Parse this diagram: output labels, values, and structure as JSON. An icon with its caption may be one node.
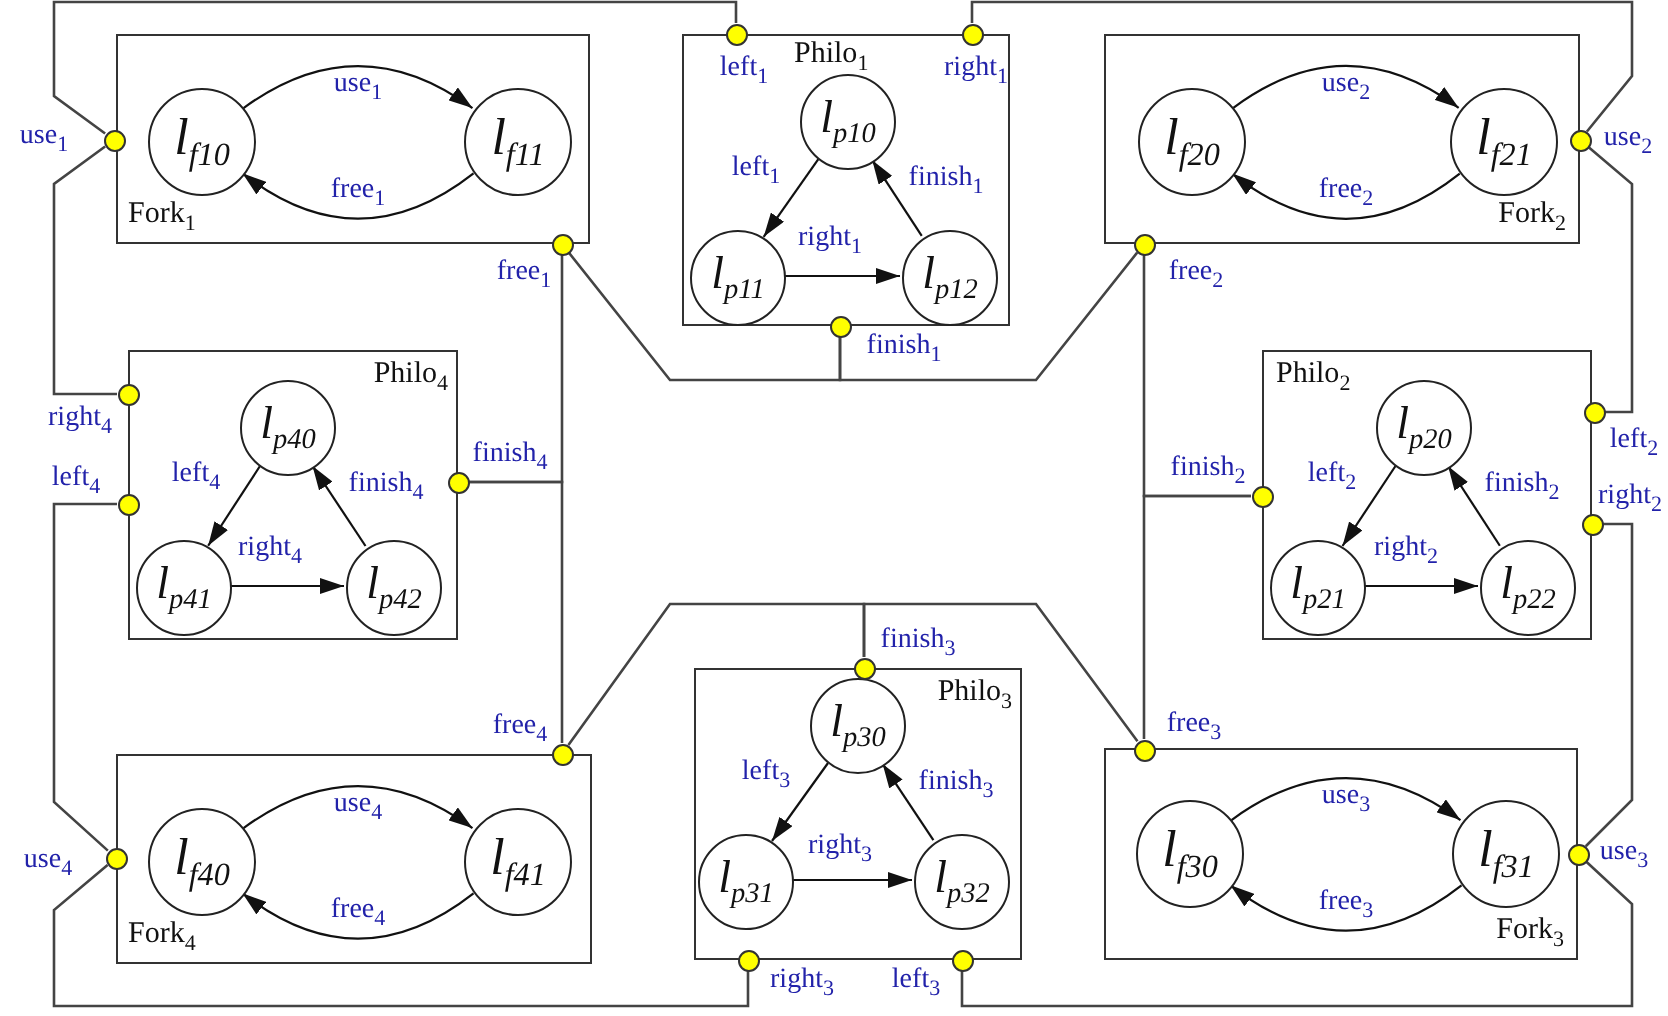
{
  "diagram": {
    "nodes": [
      {
        "text": [
          "Fork$_{1}$"
        ]
      },
      {
        "text": [
          "l$_{f10}$"
        ],
        "in": 0
      },
      {
        "text": [
          "l$_{f11}$"
        ],
        "in": 0
      },
      {
        "text": [],
        "shape": "circle",
        "beside": [
          "use$_{1}$"
        ]
      },
      {
        "text": [],
        "shape": "circle",
        "beside": [
          "free$_{1}$"
        ]
      },
      {
        "text": [
          "Philo$_{1}$"
        ]
      },
      {
        "text": [
          "l$_{p10}$"
        ],
        "in": 5
      },
      {
        "text": [
          "l$_{p11}$"
        ],
        "in": 5
      },
      {
        "text": [
          "l$_{p12}$"
        ],
        "in": 5
      },
      {
        "text": [],
        "shape": "circle",
        "beside": [
          "left$_{1}$"
        ]
      },
      {
        "text": [],
        "shape": "circle",
        "beside": [
          "right$_{1}$"
        ]
      },
      {
        "text": [],
        "shape": "circle",
        "beside": [
          "finish$_{1}$"
        ]
      },
      {
        "text": [
          "Fork$_{2}$"
        ]
      },
      {
        "text": [
          "l$_{f20}$"
        ],
        "in": 12
      },
      {
        "text": [
          "l$_{f21}$"
        ],
        "in": 12
      },
      {
        "text": [],
        "shape": "circle",
        "beside": [
          "use$_{2}$"
        ]
      },
      {
        "text": [],
        "shape": "circle",
        "beside": [
          "free$_{2}$"
        ]
      },
      {
        "text": [
          "Philo$_{4}$"
        ]
      },
      {
        "text": [
          "l$_{p40}$"
        ],
        "in": 17
      },
      {
        "text": [
          "l$_{p41}$"
        ],
        "in": 17
      },
      {
        "text": [
          "l$_{p42}$"
        ],
        "in": 17
      },
      {
        "text": [],
        "shape": "circle",
        "beside": [
          "right$_{4}$"
        ]
      },
      {
        "text": [],
        "shape": "circle",
        "beside": [
          "left$_{4}$"
        ]
      },
      {
        "text": [],
        "shape": "circle",
        "beside": [
          "finish$_{4}$"
        ]
      },
      {
        "text": [
          "Philo$_{2}$"
        ]
      },
      {
        "text": [
          "l$_{p20}$"
        ],
        "in": 24
      },
      {
        "text": [
          "l$_{p21}$"
        ],
        "in": 24
      },
      {
        "text": [
          "l$_{p22}$"
        ],
        "in": 24
      },
      {
        "text": [],
        "shape": "circle",
        "beside": [
          "left$_{2}$"
        ]
      },
      {
        "text": [],
        "shape": "circle",
        "beside": [
          "right$_{2}$"
        ]
      },
      {
        "text": [],
        "shape": "circle",
        "beside": [
          "finish$_{2}$"
        ]
      },
      {
        "text": [
          "Philo$_{3}$"
        ]
      },
      {
        "text": [
          "l$_{p30}$"
        ],
        "in": 31
      },
      {
        "text": [
          "l$_{p31}$"
        ],
        "in": 31
      },
      {
        "text": [
          "l$_{p32}$"
        ],
        "in": 31
      },
      {
        "text": [],
        "shape": "circle",
        "beside": [
          "finish$_{3}$"
        ]
      },
      {
        "text": [],
        "shape": "circle",
        "beside": [
          "left$_{3}$"
        ]
      },
      {
        "text": [],
        "shape": "circle",
        "beside": [
          "right$_{3}$"
        ]
      },
      {
        "text": [
          "Fork$_{4}$"
        ]
      },
      {
        "text": [
          "l$_{f40}$"
        ],
        "in": 38
      },
      {
        "text": [
          "l$_{f41}$"
        ],
        "in": 38
      },
      {
        "text": [],
        "shape": "circle",
        "beside": [
          "use$_{4}$"
        ]
      },
      {
        "text": [],
        "shape": "circle",
        "beside": [
          "free$_{4}$"
        ]
      },
      {
        "text": [
          "Fork$_{3}$"
        ]
      },
      {
        "text": [
          "l$_{f30}$"
        ],
        "in": 43
      },
      {
        "text": [
          "l$_{f31}$"
        ],
        "in": 43
      },
      {
        "text": [],
        "shape": "circle",
        "beside": [
          "free$_{3}$"
        ]
      },
      {
        "text": [],
        "shape": "circle",
        "beside": [
          "use$_{3}$"
        ]
      }
    ],
    "edges": [
      {
        "from": 1,
        "to": 2,
        "arrow": "to",
        "label": "use$_{1}$"
      },
      {
        "from": 2,
        "to": 1,
        "arrow": "to",
        "label": "free$_{1}$"
      },
      {
        "from": 6,
        "to": 7,
        "arrow": "to",
        "label": "left$_{1}$"
      },
      {
        "from": 7,
        "to": 8,
        "arrow": "to",
        "label": "right$_{1}$"
      },
      {
        "from": 8,
        "to": 6,
        "arrow": "to",
        "label": "finish$_{1}$"
      },
      {
        "from": 13,
        "to": 14,
        "arrow": "to",
        "label": "use$_{2}$"
      },
      {
        "from": 14,
        "to": 13,
        "arrow": "to",
        "label": "free$_{2}$"
      },
      {
        "from": 18,
        "to": 19,
        "arrow": "to",
        "label": "left$_{4}$"
      },
      {
        "from": 19,
        "to": 20,
        "arrow": "to",
        "label": "right$_{4}$"
      },
      {
        "from": 20,
        "to": 18,
        "arrow": "to",
        "label": "finish$_{4}$"
      },
      {
        "from": 25,
        "to": 26,
        "arrow": "to",
        "label": "left$_{2}$"
      },
      {
        "from": 26,
        "to": 27,
        "arrow": "to",
        "label": "right$_{2}$"
      },
      {
        "from": 27,
        "to": 25,
        "arrow": "to",
        "label": "finish$_{2}$"
      },
      {
        "from": 32,
        "to": 33,
        "arrow": "to",
        "label": "left$_{3}$"
      },
      {
        "from": 33,
        "to": 34,
        "arrow": "to",
        "label": "right$_{3}$"
      },
      {
        "from": 34,
        "to": 32,
        "arrow": "to",
        "label": "finish$_{3}$"
      },
      {
        "from": 39,
        "to": 40,
        "arrow": "to",
        "label": "use$_{4}$"
      },
      {
        "from": 40,
        "to": 39,
        "arrow": "to",
        "label": "free$_{4}$"
      },
      {
        "from": 44,
        "to": 45,
        "arrow": "to",
        "label": "use$_{3}$"
      },
      {
        "from": 45,
        "to": 44,
        "arrow": "to",
        "label": "free$_{3}$"
      },
      {
        "from": 3,
        "to": 9,
        "arrow": "none"
      },
      {
        "from": 3,
        "to": 21,
        "arrow": "none"
      },
      {
        "from": 15,
        "to": 10,
        "arrow": "none"
      },
      {
        "from": 15,
        "to": 28,
        "arrow": "none"
      },
      {
        "from": 47,
        "to": 29,
        "arrow": "none"
      },
      {
        "from": 47,
        "to": 36,
        "arrow": "none"
      },
      {
        "from": 41,
        "to": 22,
        "arrow": "none"
      },
      {
        "from": 41,
        "to": 37,
        "arrow": "none"
      },
      {
        "from": 11,
        "to": 4,
        "arrow": "none"
      },
      {
        "from": 11,
        "to": 16,
        "arrow": "none"
      },
      {
        "from": 23,
        "to": 4,
        "arrow": "none"
      },
      {
        "from": 23,
        "to": 42,
        "arrow": "none"
      },
      {
        "from": 30,
        "to": 16,
        "arrow": "none"
      },
      {
        "from": 30,
        "to": 46,
        "arrow": "none"
      },
      {
        "from": 35,
        "to": 42,
        "arrow": "none"
      },
      {
        "from": 35,
        "to": 46,
        "arrow": "none"
      }
    ]
  }
}
